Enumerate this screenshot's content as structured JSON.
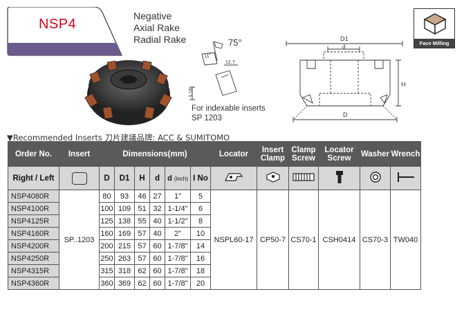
{
  "header": {
    "title": "NSP4",
    "rake_lines": [
      "Negative",
      "Axial Rake",
      "Radial Rake"
    ],
    "angle_label": "75°",
    "note_lines": [
      "For indexable inserts",
      "SP 1203"
    ],
    "face_milling_label": "Face Milling",
    "drawing_labels": {
      "d1": "D1",
      "d": "d",
      "h": "H",
      "D": "D"
    },
    "insert_dims": {
      "a": "12.7",
      "b": "3.18",
      "c": "11°"
    }
  },
  "recommend_text": "▼Recommended Inserts 刀片建議品牌: ACC & SUMITOMO",
  "table": {
    "headers": {
      "order_no": "Order No.",
      "insert": "Insert",
      "dimensions": "Dimensions(mm)",
      "locator": "Locator",
      "insert_clamp": "Insert Clamp",
      "clamp_screw": "Clamp Screw",
      "locator_screw": "Locator Screw",
      "washer": "Washer",
      "wrench": "Wrench"
    },
    "subheaders": {
      "right_left": "Right / Left",
      "D": "D",
      "D1": "D1",
      "H": "H",
      "d": "d",
      "d_inch": "d",
      "inch_unit": "(inch)",
      "l_no": "I No"
    },
    "insert_value": "SP..1203",
    "locator_value": "NSPL60-17",
    "insert_clamp_value": "CP50-7",
    "clamp_screw_value": "CS70-1",
    "locator_screw_value": "CSH0414",
    "washer_value": "CS70-3",
    "wrench_value": "TW040",
    "rows": [
      {
        "order": "NSP4080R",
        "D": "80",
        "D1": "93",
        "H": "46",
        "d": "27",
        "inch": "1\"",
        "l_no": "5"
      },
      {
        "order": "NSP4100R",
        "D": "100",
        "D1": "109",
        "H": "51",
        "d": "32",
        "inch": "1-1/4\"",
        "l_no": "6"
      },
      {
        "order": "NSP4125R",
        "D": "125",
        "D1": "138",
        "H": "55",
        "d": "40",
        "inch": "1-1/2\"",
        "l_no": "8"
      },
      {
        "order": "NSP4160R",
        "D": "160",
        "D1": "169",
        "H": "57",
        "d": "40",
        "inch": "2\"",
        "l_no": "10"
      },
      {
        "order": "NSP4200R",
        "D": "200",
        "D1": "215",
        "H": "57",
        "d": "60",
        "inch": "1-7/8\"",
        "l_no": "14"
      },
      {
        "order": "NSP4250R",
        "D": "250",
        "D1": "263",
        "H": "57",
        "d": "60",
        "inch": "1-7/8\"",
        "l_no": "16"
      },
      {
        "order": "NSP4315R",
        "D": "315",
        "D1": "318",
        "H": "62",
        "d": "60",
        "inch": "1-7/8\"",
        "l_no": "18"
      },
      {
        "order": "NSP4360R",
        "D": "360",
        "D1": "369",
        "H": "62",
        "d": "60",
        "inch": "1-7/8\"",
        "l_no": "20"
      }
    ]
  }
}
